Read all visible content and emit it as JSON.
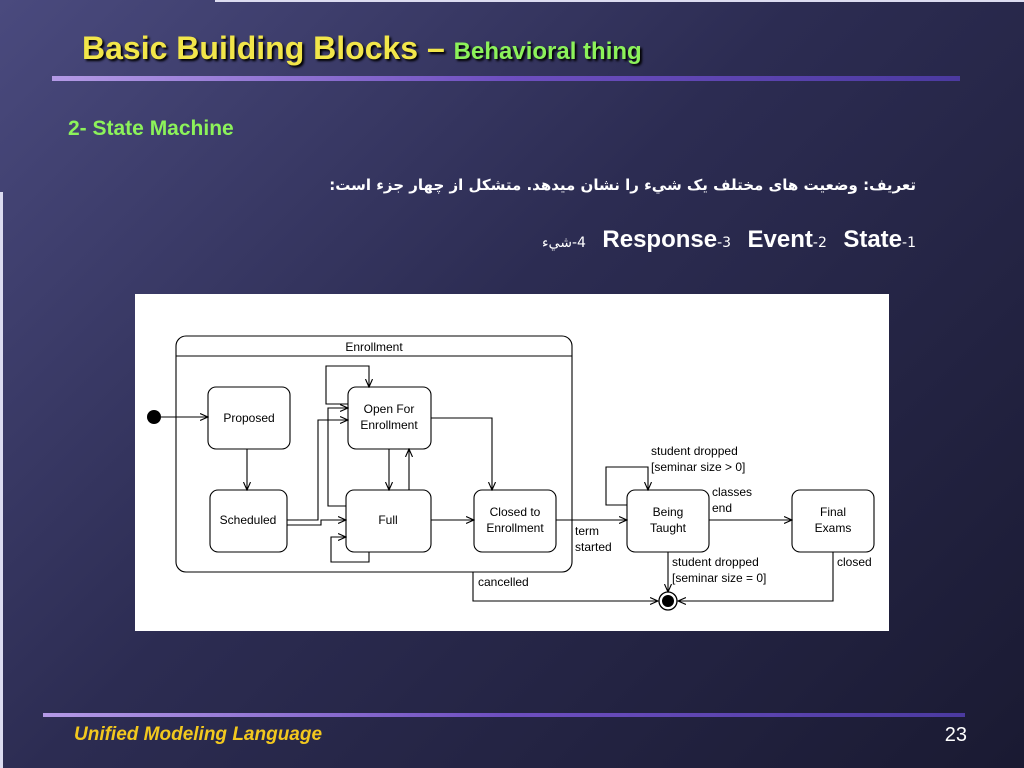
{
  "slide": {
    "title_main": "Basic Building Blocks – ",
    "title_sub": "Behavioral thing",
    "section": "2- State Machine",
    "definition": "تعریف:  وضعیت های مختلف یک شيء را نشان میدهد. متشکل از چهار جزء است:",
    "components": [
      {
        "num": "1-",
        "label": "State"
      },
      {
        "num": "2-",
        "label": "Event"
      },
      {
        "num": "3-",
        "label": "Response"
      },
      {
        "num": "4-",
        "label": "شيء"
      }
    ],
    "footer": "Unified Modeling Language",
    "page_number": "23"
  },
  "diagram": {
    "composite_label": "Enrollment",
    "states": {
      "proposed": "Proposed",
      "scheduled": "Scheduled",
      "open_line1": "Open For",
      "open_line2": "Enrollment",
      "full": "Full",
      "closed_line1": "Closed to",
      "closed_line2": "Enrollment",
      "taught_line1": "Being",
      "taught_line2": "Taught",
      "final_line1": "Final",
      "final_line2": "Exams"
    },
    "transitions": {
      "term_started_1": "term",
      "term_started_2": "started",
      "dropped_gt_1": "student dropped",
      "dropped_gt_2": "[seminar size > 0]",
      "classes_end_1": "classes",
      "classes_end_2": "end",
      "dropped_eq_1": "student dropped",
      "dropped_eq_2": "[seminar size = 0]",
      "closed": "closed",
      "cancelled": "cancelled"
    },
    "colors": {
      "title": "#f2e64a",
      "subtitle": "#8cf25a",
      "footer": "#f2c81e"
    }
  }
}
